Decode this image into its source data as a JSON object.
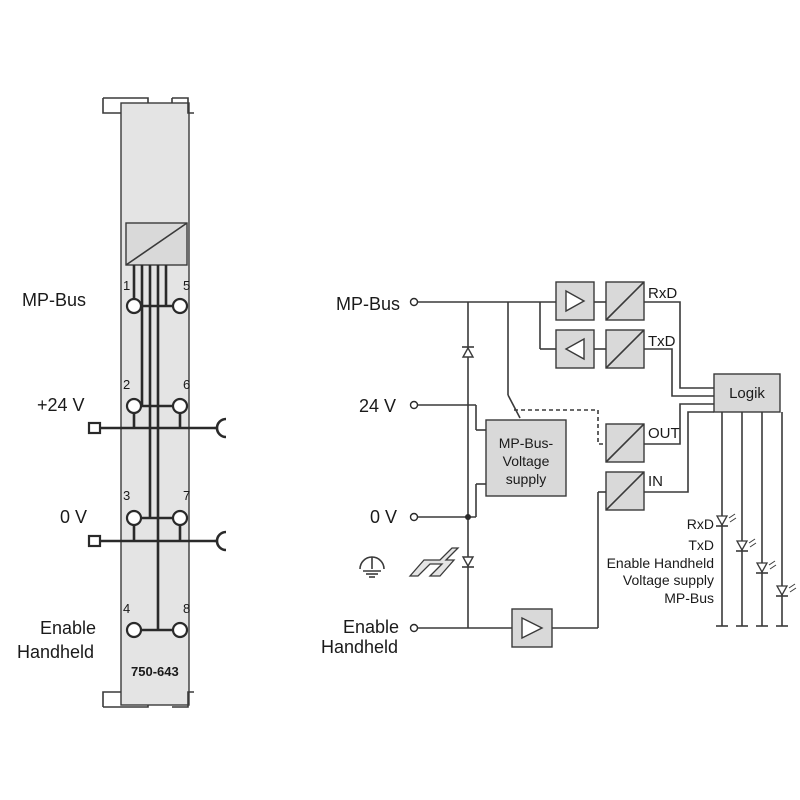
{
  "left_module": {
    "labels": {
      "mp_bus": "MP-Bus",
      "plus_24v": "+24 V",
      "zero_v": "0 V",
      "enable": "Enable",
      "handheld": "Handheld"
    },
    "terminal_numbers": [
      "1",
      "5",
      "2",
      "6",
      "3",
      "7",
      "4",
      "8"
    ],
    "part_number": "750-643"
  },
  "schematic": {
    "inputs": {
      "mp_bus": "MP-Bus",
      "v24": "24 V",
      "zero_v": "0 V",
      "enable": "Enable",
      "handheld": "Handheld"
    },
    "signals": {
      "rxd": "RxD",
      "txd": "TxD",
      "out": "OUT",
      "in": "IN"
    },
    "supply_box": [
      "MP-Bus-",
      "Voltage",
      "supply"
    ],
    "logic_box": "Logik",
    "leds": [
      "RxD",
      "TxD",
      "Enable Handheld",
      "Voltage supply",
      "MP-Bus"
    ]
  },
  "colors": {
    "module_fill": "#d9d9d9",
    "line": "#3a3a3a"
  }
}
